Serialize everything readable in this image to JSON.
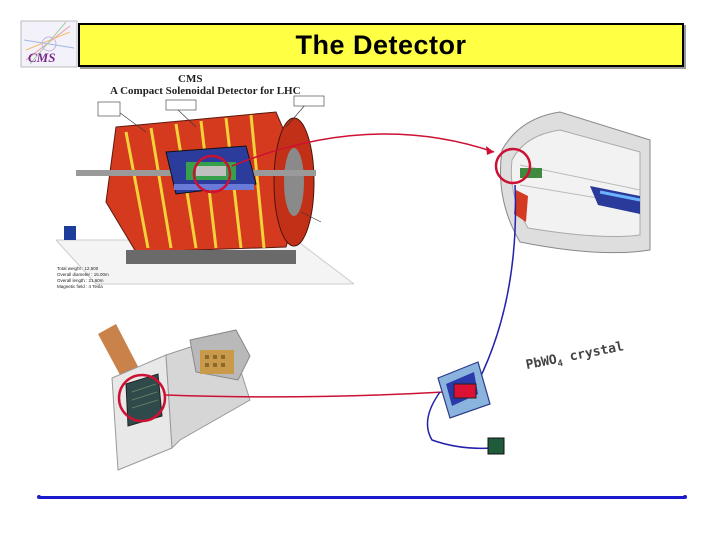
{
  "slide": {
    "title": "The Detector",
    "logo_text": "CMS"
  },
  "cms_drawing": {
    "heading": "CMS",
    "subheading": "A Compact Solenoidal Detector for LHC",
    "specs": [
      {
        "label": "Total weight",
        "value": "12,500"
      },
      {
        "label": "Overall diameter",
        "value": "15.00m"
      },
      {
        "label": "Overall length",
        "value": "21.60m"
      },
      {
        "label": "Magnetic field",
        "value": "4 Tesla"
      }
    ]
  },
  "crystal_label": {
    "prefix": "PbWO",
    "subscript": "4",
    "suffix": " crystal"
  },
  "colors": {
    "title_bg": "#ffff44",
    "highlight_circle": "#cc1133",
    "connector": "#2222aa",
    "footer_line": "#1a1acc"
  }
}
